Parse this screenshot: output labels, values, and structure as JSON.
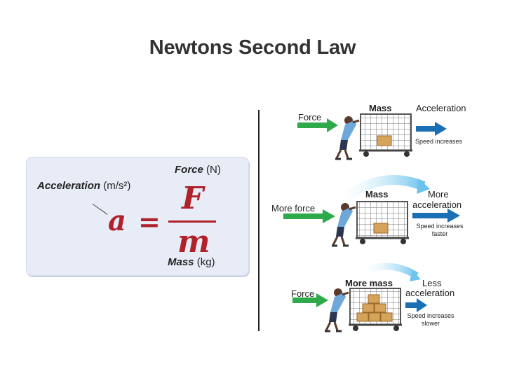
{
  "title": "Newtons Second Law",
  "formula": {
    "acceleration_label": "Acceleration",
    "acceleration_unit": "(m/s²)",
    "force_label": "Force",
    "force_unit": "(N)",
    "mass_label": "Mass",
    "mass_unit": "(kg)",
    "symbol_a": "a",
    "equals": "=",
    "symbol_F": "F",
    "symbol_m": "m"
  },
  "panels": [
    {
      "force_label": "Force",
      "mass_label": "Mass",
      "accel_label": "Acceleration",
      "speed_note": "Speed increases"
    },
    {
      "force_label": "More force",
      "mass_label": "Mass",
      "accel_label_1": "More",
      "accel_label_2": "acceleration",
      "speed_note_1": "Speed increases",
      "speed_note_2": "faster"
    },
    {
      "force_label": "Force",
      "mass_label": "More mass",
      "accel_label_1": "Less",
      "accel_label_2": "acceleration",
      "speed_note_1": "Speed increases",
      "speed_note_2": "slower"
    }
  ],
  "colors": {
    "force_arrow": "#2eaa4a",
    "accel_arrow": "#1a6fb5",
    "curve_arrow": "#8fd0f0",
    "equation": "#b0222a",
    "box_bg": "#e8ecf7"
  }
}
